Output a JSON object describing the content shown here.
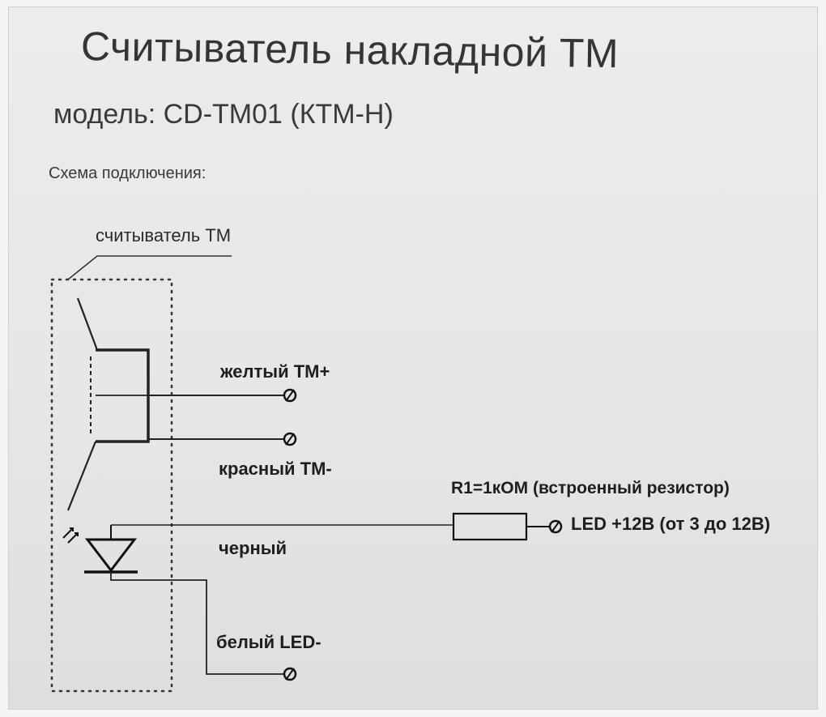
{
  "header": {
    "title": "Считыватель накладной ТМ",
    "model": "модель: CD-TM01 (КТМ-Н)",
    "scheme_label": "Схема подключения:"
  },
  "diagram": {
    "reader_label": "считыватель ТМ",
    "wires": {
      "yellow": "желтый ТМ+",
      "red": "красный ТМ-",
      "black": "черный",
      "white": "белый LED-"
    },
    "resistor_label": "R1=1кОМ (встроенный резистор)",
    "led_supply_label": "LED +12В (от 3 до 12В)"
  }
}
